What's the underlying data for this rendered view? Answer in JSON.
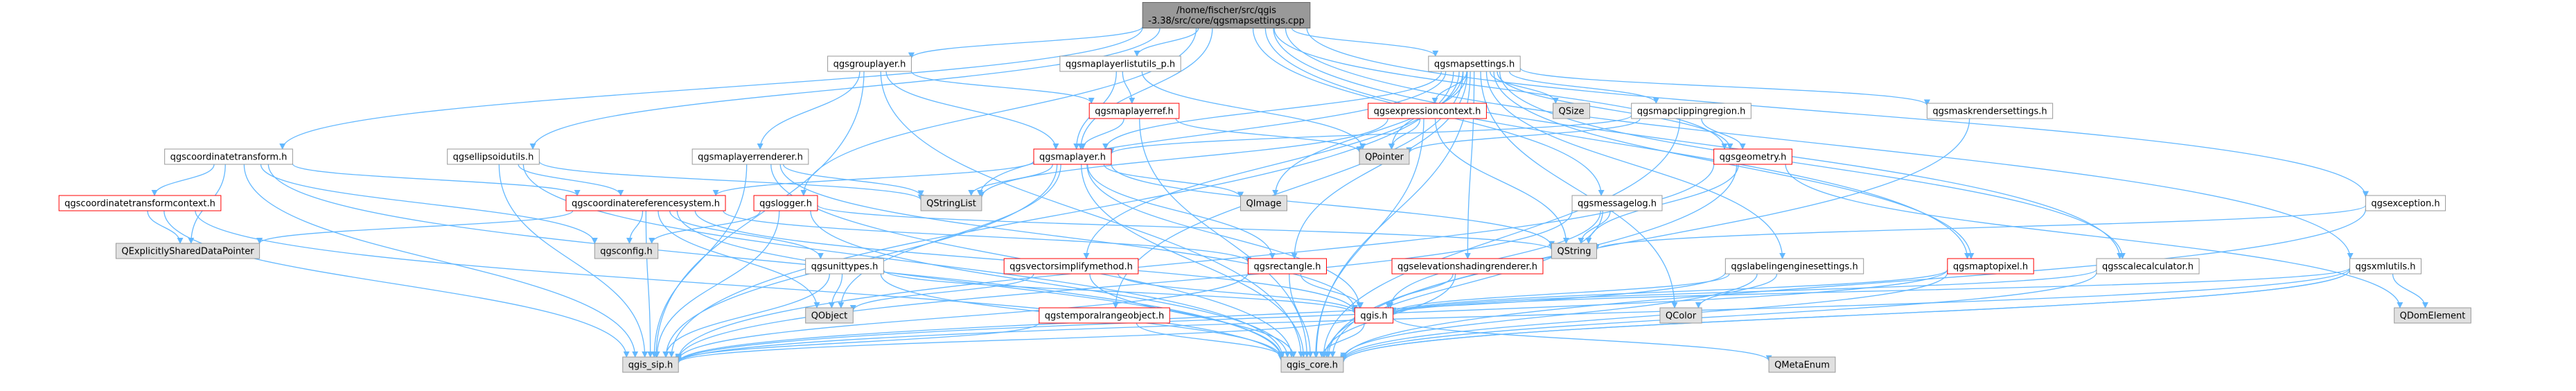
{
  "graph": {
    "root": "qgsmapsettings-cpp",
    "colors": {
      "root_fill": "#999999",
      "root_border": "#666666",
      "documented_border": "#ff0000",
      "undocumented_border": "#999999",
      "external_fill": "#e0e0e0",
      "internal_fill": "#ffffff",
      "edge": "#63b8ff"
    },
    "nodes": [
      {
        "id": "qgsmapsettings-cpp",
        "lines": [
          "/home/fischer/src/qgis",
          "-3.38/src/core/qgsmapsettings.cpp"
        ],
        "style": "root"
      },
      {
        "id": "qgsgrouplayer-h",
        "lines": [
          "qgsgrouplayer.h"
        ],
        "style": "normal"
      },
      {
        "id": "qgsmaplayerlistutils-p-h",
        "lines": [
          "qgsmaplayerlistutils_p.h"
        ],
        "style": "normal"
      },
      {
        "id": "qgsmapsettings-h",
        "lines": [
          "qgsmapsettings.h"
        ],
        "style": "normal"
      },
      {
        "id": "qgsmaplayerref-h",
        "lines": [
          "qgsmaplayerref.h"
        ],
        "style": "red"
      },
      {
        "id": "qgsexpressioncontext-h",
        "lines": [
          "qgsexpressioncontext.h"
        ],
        "style": "red"
      },
      {
        "id": "qsize",
        "lines": [
          "QSize"
        ],
        "style": "external"
      },
      {
        "id": "qgsmapclippingregion-h",
        "lines": [
          "qgsmapclippingregion.h"
        ],
        "style": "normal"
      },
      {
        "id": "qgsmaskrendersettings-h",
        "lines": [
          "qgsmaskrendersettings.h"
        ],
        "style": "normal"
      },
      {
        "id": "qgscoordinatetransform-h",
        "lines": [
          "qgscoordinatetransform.h"
        ],
        "style": "normal"
      },
      {
        "id": "qgsellipsoidutils-h",
        "lines": [
          "qgsellipsoidutils.h"
        ],
        "style": "normal"
      },
      {
        "id": "qgsmaplayerrenderer-h",
        "lines": [
          "qgsmaplayerrenderer.h"
        ],
        "style": "normal"
      },
      {
        "id": "qgsmaplayer-h",
        "lines": [
          "qgsmaplayer.h"
        ],
        "style": "red"
      },
      {
        "id": "qpointer",
        "lines": [
          "QPointer"
        ],
        "style": "external"
      },
      {
        "id": "qgsgeometry-h",
        "lines": [
          "qgsgeometry.h"
        ],
        "style": "red"
      },
      {
        "id": "qgscoordinatetransformcontext-h",
        "lines": [
          "qgscoordinatetransformcontext.h"
        ],
        "style": "red"
      },
      {
        "id": "qgscoordinatereferencesystem-h",
        "lines": [
          "qgscoordinatereferencesystem.h"
        ],
        "style": "red"
      },
      {
        "id": "qgslogger-h",
        "lines": [
          "qgslogger.h"
        ],
        "style": "red"
      },
      {
        "id": "qstringlist",
        "lines": [
          "QStringList"
        ],
        "style": "external"
      },
      {
        "id": "qimage",
        "lines": [
          "QImage"
        ],
        "style": "external"
      },
      {
        "id": "qgsmessagelog-h",
        "lines": [
          "qgsmessagelog.h"
        ],
        "style": "normal"
      },
      {
        "id": "qgsexception-h",
        "lines": [
          "qgsexception.h"
        ],
        "style": "normal"
      },
      {
        "id": "qexplicitlyshareddatapointer",
        "lines": [
          "QExplicitlySharedDataPointer"
        ],
        "style": "external"
      },
      {
        "id": "qgsconfig-h",
        "lines": [
          "qgsconfig.h"
        ],
        "style": "external"
      },
      {
        "id": "qgsunittypes-h",
        "lines": [
          "qgsunittypes.h"
        ],
        "style": "normal"
      },
      {
        "id": "qgsvectorsimplifymethod-h",
        "lines": [
          "qgsvectorsimplifymethod.h"
        ],
        "style": "red"
      },
      {
        "id": "qgsrectangle-h",
        "lines": [
          "qgsrectangle.h"
        ],
        "style": "red"
      },
      {
        "id": "qgselevationshadingrenderer-h",
        "lines": [
          "qgselevationshadingrenderer.h"
        ],
        "style": "red"
      },
      {
        "id": "qstring",
        "lines": [
          "QString"
        ],
        "style": "external"
      },
      {
        "id": "qgslabelingenginesettings-h",
        "lines": [
          "qgslabelingenginesettings.h"
        ],
        "style": "normal"
      },
      {
        "id": "qgsmaptopixel-h",
        "lines": [
          "qgsmaptopixel.h"
        ],
        "style": "red"
      },
      {
        "id": "qgsscalecalculator-h",
        "lines": [
          "qgsscalecalculator.h"
        ],
        "style": "normal"
      },
      {
        "id": "qgsxmlutils-h",
        "lines": [
          "qgsxmlutils.h"
        ],
        "style": "normal"
      },
      {
        "id": "qobject",
        "lines": [
          "QObject"
        ],
        "style": "external"
      },
      {
        "id": "qgstemporalrangeobject-h",
        "lines": [
          "qgstemporalrangeobject.h"
        ],
        "style": "red"
      },
      {
        "id": "qgis-h",
        "lines": [
          "qgis.h"
        ],
        "style": "red"
      },
      {
        "id": "qcolor",
        "lines": [
          "QColor"
        ],
        "style": "external"
      },
      {
        "id": "qdomelement",
        "lines": [
          "QDomElement"
        ],
        "style": "external"
      },
      {
        "id": "qgis-sip-h",
        "lines": [
          "qgis_sip.h"
        ],
        "style": "external"
      },
      {
        "id": "qgis-core-h",
        "lines": [
          "qgis_core.h"
        ],
        "style": "external"
      },
      {
        "id": "qmetaenum",
        "lines": [
          "QMetaEnum"
        ],
        "style": "external"
      }
    ],
    "edges": [
      [
        "qgsmapsettings-cpp",
        "qgsgrouplayer-h"
      ],
      [
        "qgsmapsettings-cpp",
        "qgsmaplayerlistutils-p-h"
      ],
      [
        "qgsmapsettings-cpp",
        "qgsmapsettings-h"
      ],
      [
        "qgsmapsettings-cpp",
        "qgscoordinatetransform-h"
      ],
      [
        "qgsmapsettings-cpp",
        "qgsellipsoidutils-h"
      ],
      [
        "qgsmapsettings-cpp",
        "qgslogger-h"
      ],
      [
        "qgsmapsettings-cpp",
        "qgsmaplayer-h"
      ],
      [
        "qgsmapsettings-cpp",
        "qgsmessagelog-h"
      ],
      [
        "qgsmapsettings-cpp",
        "qgsexception-h"
      ],
      [
        "qgsmapsettings-cpp",
        "qgsmaptopixel-h"
      ],
      [
        "qgsmapsettings-cpp",
        "qgsscalecalculator-h"
      ],
      [
        "qgsmapsettings-cpp",
        "qgsxmlutils-h"
      ],
      [
        "qgsmapsettings-cpp",
        "qgsgeometry-h"
      ],
      [
        "qgsgrouplayer-h",
        "qgis-core-h"
      ],
      [
        "qgsgrouplayer-h",
        "qgis-sip-h"
      ],
      [
        "qgsgrouplayer-h",
        "qgsmaplayer-h"
      ],
      [
        "qgsgrouplayer-h",
        "qgsmaplayerref-h"
      ],
      [
        "qgsgrouplayer-h",
        "qgsmaplayerrenderer-h"
      ],
      [
        "qgsmaplayerlistutils-p-h",
        "qgsmaplayer-h"
      ],
      [
        "qgsmaplayerlistutils-p-h",
        "qgsmaplayerref-h"
      ],
      [
        "qgsmaplayerlistutils-p-h",
        "qpointer"
      ],
      [
        "qgsmapsettings-h",
        "qgis-core-h"
      ],
      [
        "qgsmapsettings-h",
        "qgis-sip-h"
      ],
      [
        "qgsmapsettings-h",
        "qcolor"
      ],
      [
        "qgsmapsettings-h",
        "qimage"
      ],
      [
        "qgsmapsettings-h",
        "qpointer"
      ],
      [
        "qgsmapsettings-h",
        "qsize"
      ],
      [
        "qgsmapsettings-h",
        "qstringlist"
      ],
      [
        "qgsmapsettings-h",
        "qgsrectangle-h"
      ],
      [
        "qgsmapsettings-h",
        "qgsscalecalculator-h"
      ],
      [
        "qgsmapsettings-h",
        "qgsexpressioncontext-h"
      ],
      [
        "qgsmapsettings-h",
        "qgsmaplayer-h"
      ],
      [
        "qgsmapsettings-h",
        "qgsgeometry-h"
      ],
      [
        "qgsmapsettings-h",
        "qgstemporalrangeobject-h"
      ],
      [
        "qgsmapsettings-h",
        "qgsmapclippingregion-h"
      ],
      [
        "qgsmapsettings-h",
        "qgsvectorsimplifymethod-h"
      ],
      [
        "qgsmapsettings-h",
        "qgselevationshadingrenderer-h"
      ],
      [
        "qgsmapsettings-h",
        "qgsmaskrendersettings-h"
      ],
      [
        "qgsmapsettings-h",
        "qgslabelingenginesettings-h"
      ],
      [
        "qgsmapsettings-h",
        "qgsmaptopixel-h"
      ],
      [
        "qgsmaplayerref-h",
        "qgsmaplayer-h"
      ],
      [
        "qgsmaplayerref-h",
        "qpointer"
      ],
      [
        "qgsmaplayerref-h",
        "qgis-core-h"
      ],
      [
        "qgsexpressioncontext-h",
        "qgis-core-h"
      ],
      [
        "qgsexpressioncontext-h",
        "qpointer"
      ],
      [
        "qgsexpressioncontext-h",
        "qstring"
      ],
      [
        "qgsexpressioncontext-h",
        "qstringlist"
      ],
      [
        "qgsmapclippingregion-h",
        "qgsgeometry-h"
      ],
      [
        "qgsmapclippingregion-h",
        "qgsmaplayer-h"
      ],
      [
        "qgsmapclippingregion-h",
        "qpointer"
      ],
      [
        "qgsmapclippingregion-h",
        "qgis-core-h"
      ],
      [
        "qgsmaskrendersettings-h",
        "qgis-core-h"
      ],
      [
        "qgscoordinatetransform-h",
        "qgis-core-h"
      ],
      [
        "qgscoordinatetransform-h",
        "qgis-sip-h"
      ],
      [
        "qgscoordinatetransform-h",
        "qexplicitlyshareddatapointer"
      ],
      [
        "qgscoordinatetransform-h",
        "qgscoordinatereferencesystem-h"
      ],
      [
        "qgscoordinatetransform-h",
        "qgscoordinatetransformcontext-h"
      ],
      [
        "qgscoordinatetransform-h",
        "qgsconfig-h"
      ],
      [
        "qgsellipsoidutils-h",
        "qgis-core-h"
      ],
      [
        "qgsellipsoidutils-h",
        "qgis-sip-h"
      ],
      [
        "qgsellipsoidutils-h",
        "qgscoordinatereferencesystem-h"
      ],
      [
        "qgsellipsoidutils-h",
        "qstringlist"
      ],
      [
        "qgsmaplayerrenderer-h",
        "qgis-core-h"
      ],
      [
        "qgsmaplayerrenderer-h",
        "qgis-sip-h"
      ],
      [
        "qgsmaplayerrenderer-h",
        "qstringlist"
      ],
      [
        "qgsmaplayerrenderer-h",
        "qgis-h"
      ],
      [
        "qgsmaplayer-h",
        "qgis-core-h"
      ],
      [
        "qgsmaplayer-h",
        "qgis-sip-h"
      ],
      [
        "qgsmaplayer-h",
        "qimage"
      ],
      [
        "qgsmaplayer-h",
        "qobject"
      ],
      [
        "qgsmaplayer-h",
        "qstring"
      ],
      [
        "qgsmaplayer-h",
        "qstringlist"
      ],
      [
        "qgsmaplayer-h",
        "qgis-h"
      ],
      [
        "qgsmaplayer-h",
        "qgscoordinatereferencesystem-h"
      ],
      [
        "qgsmaplayer-h",
        "qgsrectangle-h"
      ],
      [
        "qgsgeometry-h",
        "qgis-core-h"
      ],
      [
        "qgsgeometry-h",
        "qgis-sip-h"
      ],
      [
        "qgsgeometry-h",
        "qstring"
      ],
      [
        "qgsgeometry-h",
        "qdomelement"
      ],
      [
        "qgscoordinatetransformcontext-h",
        "qgis-core-h"
      ],
      [
        "qgscoordinatetransformcontext-h",
        "qgis-sip-h"
      ],
      [
        "qgscoordinatetransformcontext-h",
        "qexplicitlyshareddatapointer"
      ],
      [
        "qgscoordinatereferencesystem-h",
        "qgis-core-h"
      ],
      [
        "qgscoordinatereferencesystem-h",
        "qgis-sip-h"
      ],
      [
        "qgscoordinatereferencesystem-h",
        "qexplicitlyshareddatapointer"
      ],
      [
        "qgscoordinatereferencesystem-h",
        "qgsconfig-h"
      ],
      [
        "qgscoordinatereferencesystem-h",
        "qgsunittypes-h"
      ],
      [
        "qgscoordinatereferencesystem-h",
        "qgsrectangle-h"
      ],
      [
        "qgscoordinatereferencesystem-h",
        "qgis-h"
      ],
      [
        "qgscoordinatereferencesystem-h",
        "qobject"
      ],
      [
        "qgslogger-h",
        "qgis-core-h"
      ],
      [
        "qgslogger-h",
        "qgis-sip-h"
      ],
      [
        "qgslogger-h",
        "qgsconfig-h"
      ],
      [
        "qgslogger-h",
        "qstring"
      ],
      [
        "qgsmessagelog-h",
        "qgis-core-h"
      ],
      [
        "qgsmessagelog-h",
        "qgis-h"
      ],
      [
        "qgsmessagelog-h",
        "qstring"
      ],
      [
        "qgsmessagelog-h",
        "qgis-sip-h"
      ],
      [
        "qgsexception-h",
        "qgis-core-h"
      ],
      [
        "qgsexception-h",
        "qstring"
      ],
      [
        "qgsunittypes-h",
        "qgis-core-h"
      ],
      [
        "qgsunittypes-h",
        "qgis-sip-h"
      ],
      [
        "qgsunittypes-h",
        "qgis-h"
      ],
      [
        "qgsunittypes-h",
        "qobject"
      ],
      [
        "qgsvectorsimplifymethod-h",
        "qgis-core-h"
      ],
      [
        "qgsvectorsimplifymethod-h",
        "qgis-h"
      ],
      [
        "qgsvectorsimplifymethod-h",
        "qobject"
      ],
      [
        "qgsrectangle-h",
        "qgis-core-h"
      ],
      [
        "qgsrectangle-h",
        "qgis-h"
      ],
      [
        "qgsrectangle-h",
        "qgis-sip-h"
      ],
      [
        "qgselevationshadingrenderer-h",
        "qgis-core-h"
      ],
      [
        "qgselevationshadingrenderer-h",
        "qgis-h"
      ],
      [
        "qgslabelingenginesettings-h",
        "qgis-core-h"
      ],
      [
        "qgslabelingenginesettings-h",
        "qcolor"
      ],
      [
        "qgslabelingenginesettings-h",
        "qgis-h"
      ],
      [
        "qgslabelingenginesettings-h",
        "qgis-sip-h"
      ],
      [
        "qgsmaptopixel-h",
        "qgis-core-h"
      ],
      [
        "qgsmaptopixel-h",
        "qgis-sip-h"
      ],
      [
        "qgsmaptopixel-h",
        "qgis-h"
      ],
      [
        "qgsscalecalculator-h",
        "qgis-core-h"
      ],
      [
        "qgsscalecalculator-h",
        "qgis-h"
      ],
      [
        "qgsxmlutils-h",
        "qgis-core-h"
      ],
      [
        "qgsxmlutils-h",
        "qgis-sip-h"
      ],
      [
        "qgsxmlutils-h",
        "qdomelement"
      ],
      [
        "qgsxmlutils-h",
        "qgis-h"
      ],
      [
        "qgsxmlutils-h",
        "qgis-core-h"
      ],
      [
        "qgstemporalrangeobject-h",
        "qgis-core-h"
      ],
      [
        "qgstemporalrangeobject-h",
        "qgis-sip-h"
      ],
      [
        "qgis-h",
        "qgis-core-h"
      ],
      [
        "qgis-h",
        "qgis-sip-h"
      ],
      [
        "qgis-h",
        "qmetaenum"
      ]
    ]
  }
}
